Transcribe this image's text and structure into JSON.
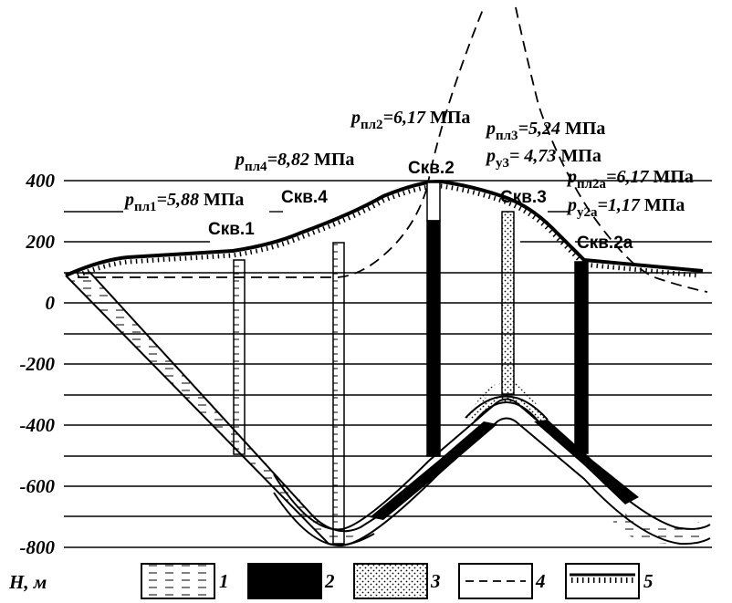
{
  "axis": {
    "y_label": "H, м",
    "ticks": [
      "400",
      "200",
      "0",
      "-200",
      "-400",
      "-600",
      "-800"
    ]
  },
  "wells": {
    "w1": "Скв.1",
    "w2": "Скв.2",
    "w3": "Скв.3",
    "w4": "Скв.4",
    "w2a": "Скв.2а"
  },
  "pressures": {
    "pl1": {
      "sym": "p",
      "sub": "пл1",
      "val": "=5,88",
      "unit": " МПа"
    },
    "pl4": {
      "sym": "p",
      "sub": "пл4",
      "val": "=8,82",
      "unit": " МПа"
    },
    "pl2": {
      "sym": "p",
      "sub": "пл2",
      "val": "=6,17",
      "unit": " МПа"
    },
    "pl3": {
      "sym": "p",
      "sub": "пл3",
      "val": "=5,24",
      "unit": " МПа"
    },
    "y3": {
      "sym": "p",
      "sub": "у3",
      "val": "= 4,73",
      "unit": " МПа"
    },
    "pl2a": {
      "sym": "p",
      "sub": "пл2а",
      "val": "=6,17",
      "unit": " МПа"
    },
    "y2a": {
      "sym": "p",
      "sub": "у2а",
      "val": "=1,17",
      "unit": " МПа"
    }
  },
  "legend": [
    "1",
    "2",
    "3",
    "4",
    "5"
  ],
  "legend_meaning": {
    "1": "hatched-dash-fill",
    "2": "solid-black-fill",
    "3": "dotted-fill",
    "4": "dashed-line",
    "5": "ground-surface-hatched"
  }
}
